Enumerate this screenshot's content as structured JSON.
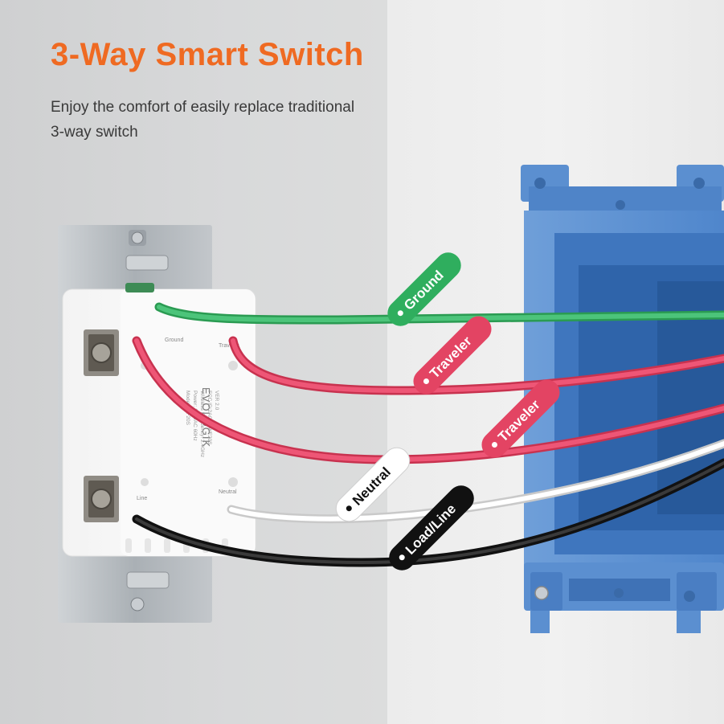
{
  "header": {
    "title": "3-Way Smart Switch",
    "subtitle_line1": "Enjoy the comfort of easily replace traditional",
    "subtitle_line2": "3-way switch"
  },
  "switch": {
    "brand": "EVOLOGIK",
    "terminal_ground": "Ground",
    "terminal_traveler": "Traveler",
    "terminal_neutral": "Neutral",
    "terminal_line": "Line",
    "spec_lines": [
      "Model: WF20S",
      "Power: 120VAC 60Hz",
      "Wireless Frequency: 2.4GHz",
      "FCC ID:2AGURWF20S",
      "VER 2.0"
    ]
  },
  "wires": {
    "ground": {
      "label": "Ground",
      "color": "#2fae5e"
    },
    "traveler1": {
      "label": "Traveler",
      "color": "#e34463"
    },
    "traveler2": {
      "label": "Traveler",
      "color": "#e34463"
    },
    "neutral": {
      "label": "Neutral",
      "color": "#ffffff"
    },
    "load_line": {
      "label": "Load/Line",
      "color": "#1c1c1c"
    }
  },
  "colors": {
    "title": "#ef6a22",
    "junction_box": "#5b8fd0",
    "wall_plate": "#b8bcc0"
  }
}
